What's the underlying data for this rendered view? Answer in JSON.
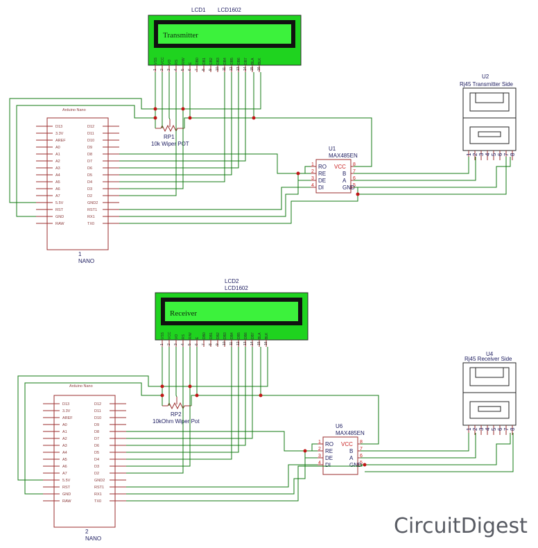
{
  "lcd1": {
    "ref": "LCD1",
    "model": "LCD1602",
    "text": "Transmitter",
    "pins": [
      "VSS",
      "VCC",
      "VO",
      "RS",
      "R/W",
      "E",
      "DB0",
      "DB1",
      "DB2",
      "DB3",
      "DB4",
      "DB5",
      "DB6",
      "DB7",
      "BLA",
      "BLK"
    ]
  },
  "lcd2": {
    "ref": "LCD2",
    "model": "LCD1602",
    "text": "Receiver",
    "pins": [
      "VSS",
      "VCC",
      "VO",
      "RS",
      "R/W",
      "E",
      "DB0",
      "DB1",
      "DB2",
      "DB3",
      "DB4",
      "DB5",
      "DB6",
      "DB7",
      "BLA",
      "BLK"
    ]
  },
  "nano1": {
    "title": "Arduino Nano",
    "ref": "1",
    "name": "NANO"
  },
  "nano2": {
    "title": "Arduino Nano",
    "ref": "2",
    "name": "NANO"
  },
  "nano_pins": {
    "left": [
      "D13",
      "3.3V",
      "AREF",
      "A0",
      "A1",
      "A2",
      "A3",
      "A4",
      "A5",
      "A6",
      "A7",
      "5.5V",
      "RST",
      "GND",
      "RAW"
    ],
    "right": [
      "D12",
      "D11",
      "D10",
      "D9",
      "D8",
      "D7",
      "D6",
      "D5",
      "D4",
      "D3",
      "D2",
      "GND2",
      "RST1",
      "RX1",
      "TX0"
    ]
  },
  "pot1": {
    "ref": "RP1",
    "desc": "10k Wiper POT"
  },
  "pot2": {
    "ref": "RP2",
    "desc": "10kOhm Wiper Pot"
  },
  "u1": {
    "ref": "U1",
    "model": "MAX485EN"
  },
  "u6": {
    "ref": "U6",
    "model": "MAX485EN"
  },
  "max_pins": {
    "left": [
      "RO",
      "RE",
      "DE",
      "DI"
    ],
    "left_nums": [
      "1",
      "2",
      "3",
      "4"
    ],
    "right": [
      "VCC",
      "B",
      "A",
      "GND"
    ],
    "right_nums": [
      "8",
      "7",
      "6",
      "5"
    ]
  },
  "rj1": {
    "ref": "U2",
    "desc": "Rj45 Transmitter Side"
  },
  "rj2": {
    "ref": "U4",
    "desc": "Rj45 Receiver Side"
  },
  "rj_pins": [
    "1",
    "2",
    "3",
    "4",
    "5",
    "6",
    "7",
    "8"
  ],
  "logo": "CircuitDigest",
  "colors": {
    "wire": "#117a11",
    "component": "#9b2d2d",
    "lcd_screen": "#3cf23c",
    "lcd_body": "#1fd31f",
    "junction": "#c01616",
    "label": "#1a1a5e"
  }
}
